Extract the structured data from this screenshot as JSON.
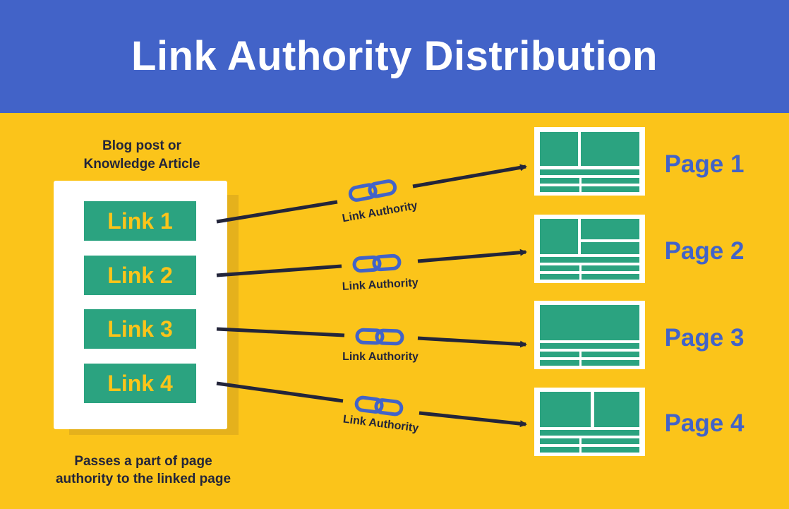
{
  "title": "Link Authority Distribution",
  "source": {
    "caption_line1": "Blog post or",
    "caption_line2": "Knowledge Article",
    "links": [
      "Link 1",
      "Link 2",
      "Link 3",
      "Link 4"
    ]
  },
  "bottom_caption": {
    "line1": "Passes a part of page",
    "line2": "authority to the linked page"
  },
  "connection_label": "Link Authority",
  "pages": [
    "Page 1",
    "Page 2",
    "Page 3",
    "Page 4"
  ],
  "colors": {
    "background": "#FBC41A",
    "header": "#4263C8",
    "link_button": "#2BA380",
    "chain": "#4263C8",
    "arrow": "#23253a"
  }
}
